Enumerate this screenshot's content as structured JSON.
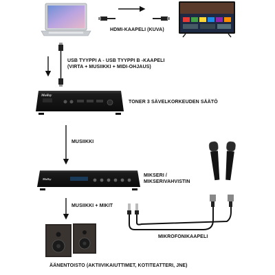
{
  "labels": {
    "hdmi": "HDMI-KAAPELI (KUVA)",
    "usb_line1": "USB TYYPPI A - USB TYYPPI B -KAAPELI",
    "usb_line2": "(VIRTA + MUSIIKKI + MIDI-OHJAUS)",
    "toner": "TONER 3 SÄVELKORKEUDEN SÄÄTÖ",
    "music": "MUSIIKKI",
    "mixer_line1": "MIKSERI /",
    "mixer_line2": "MIKSERIVAHVISTIN",
    "music_mics": "MUSIIKKI + MIKIT",
    "mic_cable": "MIKROFONIKAAPELI",
    "output": "ÄÄNENTOISTO (AKTIIVIKAIUTTIMET, KOTITEATTERI, JNE)"
  },
  "brand": {
    "device_logo": "Mollsy"
  },
  "icons": {
    "laptop": "laptop-icon",
    "tv": "smart-tv-icon",
    "hdmi_cable": "hdmi-cable-icon",
    "usb_cable": "usb-cable-icon",
    "toner_device": "toner-device-icon",
    "mixer_device": "mixer-amplifier-icon",
    "microphones": "microphone-icon",
    "speakers": "speaker-icon"
  },
  "colors": {
    "device_body": "#1c1c1c",
    "arrow": "#111111",
    "speaker_wood": "#2b2624"
  }
}
